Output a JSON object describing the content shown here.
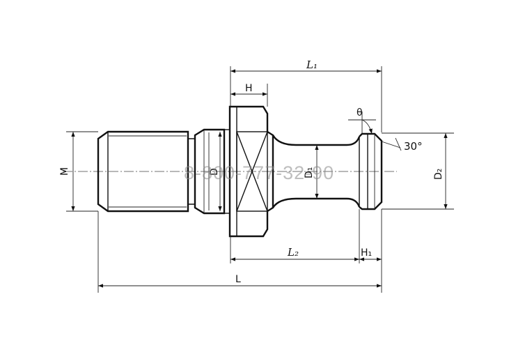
{
  "labels": {
    "L1": "L₁",
    "H": "H",
    "theta": "θ",
    "angle": "30°",
    "M": "M",
    "D": "D",
    "D1": "D₁",
    "D2": "D₂",
    "L2": "L₂",
    "H1": "H₁",
    "L": "L"
  },
  "watermark": "8-800-777-32-90"
}
